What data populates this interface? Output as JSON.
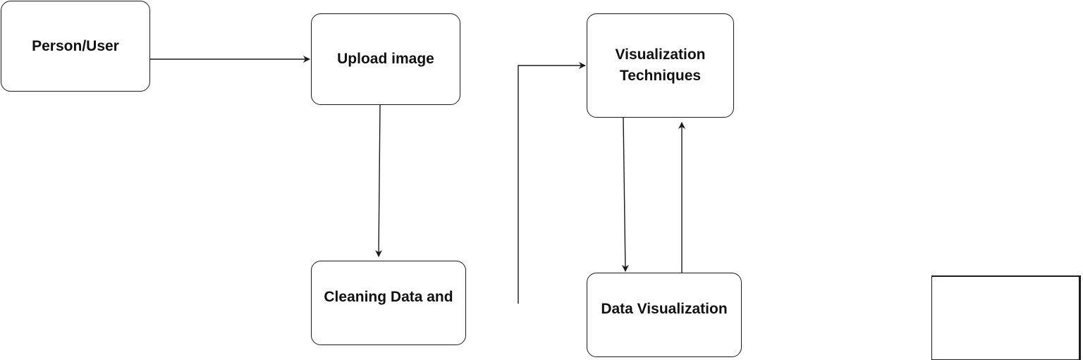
{
  "diagram": {
    "nodes": [
      {
        "id": "person_user",
        "label": "Person/User"
      },
      {
        "id": "upload_image",
        "label": "Upload image"
      },
      {
        "id": "visualization_techniques",
        "label": "Visualization\nTechniques"
      },
      {
        "id": "cleaning_data",
        "label": "Cleaning Data and"
      },
      {
        "id": "data_visualization",
        "label": "Data Visualization"
      },
      {
        "id": "partial_box",
        "label": ""
      }
    ],
    "edges": [
      {
        "from": "person_user",
        "to": "upload_image"
      },
      {
        "from": "upload_image",
        "to": "cleaning_data"
      },
      {
        "from": "cleaning_data",
        "to": "visualization_techniques"
      },
      {
        "from": "visualization_techniques",
        "to": "data_visualization"
      },
      {
        "from": "data_visualization",
        "to": "visualization_techniques"
      }
    ],
    "colors": {
      "stroke": "#1a1a1a",
      "fill": "#ffffff",
      "text": "#111111"
    }
  }
}
